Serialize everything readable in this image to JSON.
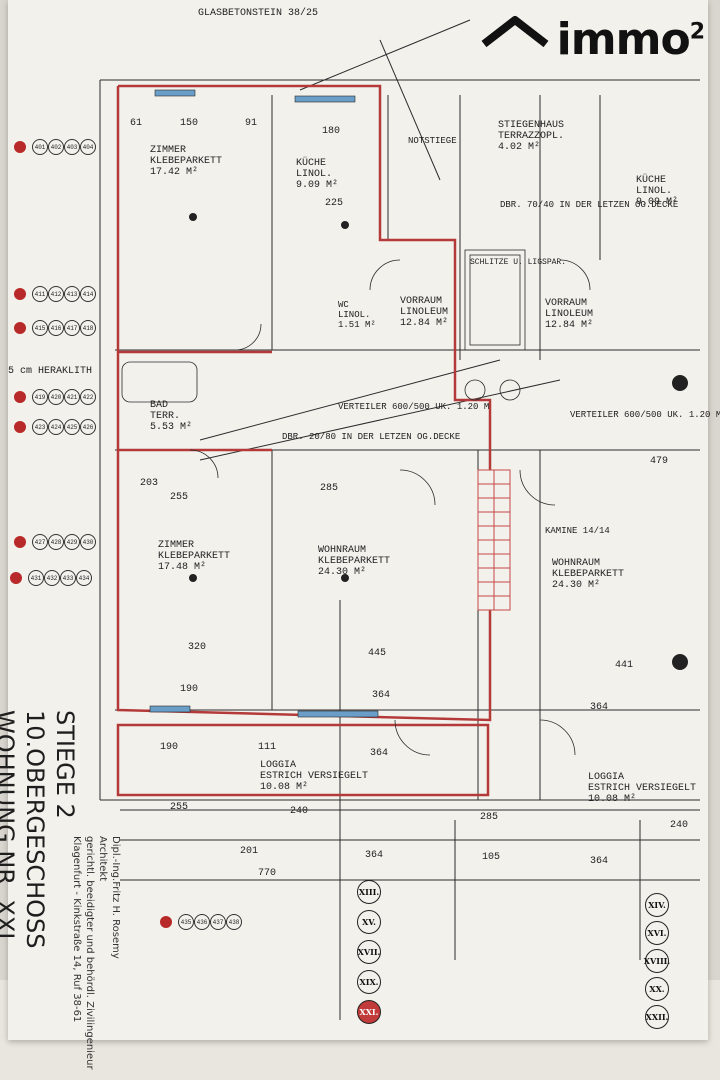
{
  "brand": {
    "name": "immo",
    "sup": "2"
  },
  "title_block": {
    "line1": "STIEGE 2",
    "line2": "10.OBERGESCHOSS",
    "line3": "WOHNUNG NR. XXI"
  },
  "author_block": {
    "line1": "Dipl.-Ing.Fritz H. Rosemy",
    "line2": "Architekt",
    "line3": "gerichtl. beeidigter und behördl. Zivilingenieur",
    "line4": "Klagenfurt - Kinkstraße 14, Ruf 38-61"
  },
  "top_label": "GLASBETONSTEIN 38/25",
  "heraklith_note": "5 cm HERAKLITH",
  "rooms": [
    {
      "name": "ZIMMER",
      "finish": "KLEBEPARKETT",
      "area": "17.42 m²"
    },
    {
      "name": "KÜCHE",
      "finish": "LINOL.",
      "area": "9.09 m²"
    },
    {
      "name": "STIEGENHAUS",
      "finish": "TERRAZZOPL.",
      "area": "4.02 m²"
    },
    {
      "name": "KÜCHE",
      "finish": "LINOL.",
      "area": "9.09 m²"
    },
    {
      "name": "VORRAUM",
      "finish": "LINOLEUM",
      "area": "12.84 m²"
    },
    {
      "name": "VORRAUM",
      "finish": "LINOLEUM",
      "area": "12.84 m²"
    },
    {
      "name": "BAD",
      "finish": "TERR.",
      "area": "5.53 m²"
    },
    {
      "name": "ZIMMER",
      "finish": "KLEBEPARKETT",
      "area": "17.48 m²"
    },
    {
      "name": "WOHNRAUM",
      "finish": "KLEBEPARKETT",
      "area": "24.30 m²"
    },
    {
      "name": "WOHNRAUM",
      "finish": "KLEBEPARKETT",
      "area": "24.30 m²"
    },
    {
      "name": "LOGGIA",
      "finish": "ESTRICH VERSIEGELT",
      "area": "10.08 m²"
    },
    {
      "name": "LOGGIA",
      "finish": "ESTRICH VERSIEGELT",
      "area": "10.08 m²"
    },
    {
      "name": "WC",
      "finish": "LINOL.",
      "area": "1.51 m²"
    }
  ],
  "notes": {
    "verteiler_left": "VERTEILER 600/500 UK. 1.20 m",
    "verteiler_right": "VERTEILER 600/500 UK. 1.20 m",
    "decke_upper": "DBR. 70/40 IN DER LETZEN OG.DECKE",
    "decke_lower": "DBR. 20/80 IN DER LETZEN OG.DECKE",
    "kamine": "KAMINE 14/14",
    "schlitze": "SCHLITZE U. LIGSPAR.",
    "notstiege": "NOTSTIEGE"
  },
  "dimensions": {
    "top": [
      "61",
      "150",
      "91",
      "180",
      "225"
    ],
    "middle": [
      "203",
      "255",
      "285",
      "479"
    ],
    "lower": [
      "320",
      "445",
      "441"
    ],
    "bottom_row1": [
      "190",
      "364",
      "364"
    ],
    "bottom_row2": [
      "190",
      "111",
      "364"
    ],
    "bottom_row3": [
      "255",
      "240",
      "285",
      "240"
    ],
    "bottom_row4": [
      "201",
      "364",
      "105",
      "364"
    ],
    "total": "770"
  },
  "roman_markers": [
    "XIII.",
    "XV.",
    "XVII.",
    "XIX.",
    "XXI.",
    "XIV.",
    "XVI.",
    "XVIII.",
    "XX.",
    "XXII."
  ],
  "ref_rows_left": [
    [
      "401",
      "402",
      "403",
      "404"
    ],
    [
      "411",
      "412",
      "413",
      "414"
    ],
    [
      "415",
      "416",
      "417",
      "418"
    ],
    [
      "419",
      "420",
      "421",
      "422"
    ],
    [
      "423",
      "424",
      "425",
      "426"
    ],
    [
      "427",
      "428",
      "429",
      "430"
    ],
    [
      "431",
      "432",
      "433",
      "434"
    ],
    [
      "435",
      "436",
      "437",
      "438"
    ]
  ],
  "colors": {
    "apartment_outline": "#b43a3a",
    "lines": "#2b2b2b",
    "window_blue": "#6a9ec9",
    "grid_red": "#c44848"
  }
}
